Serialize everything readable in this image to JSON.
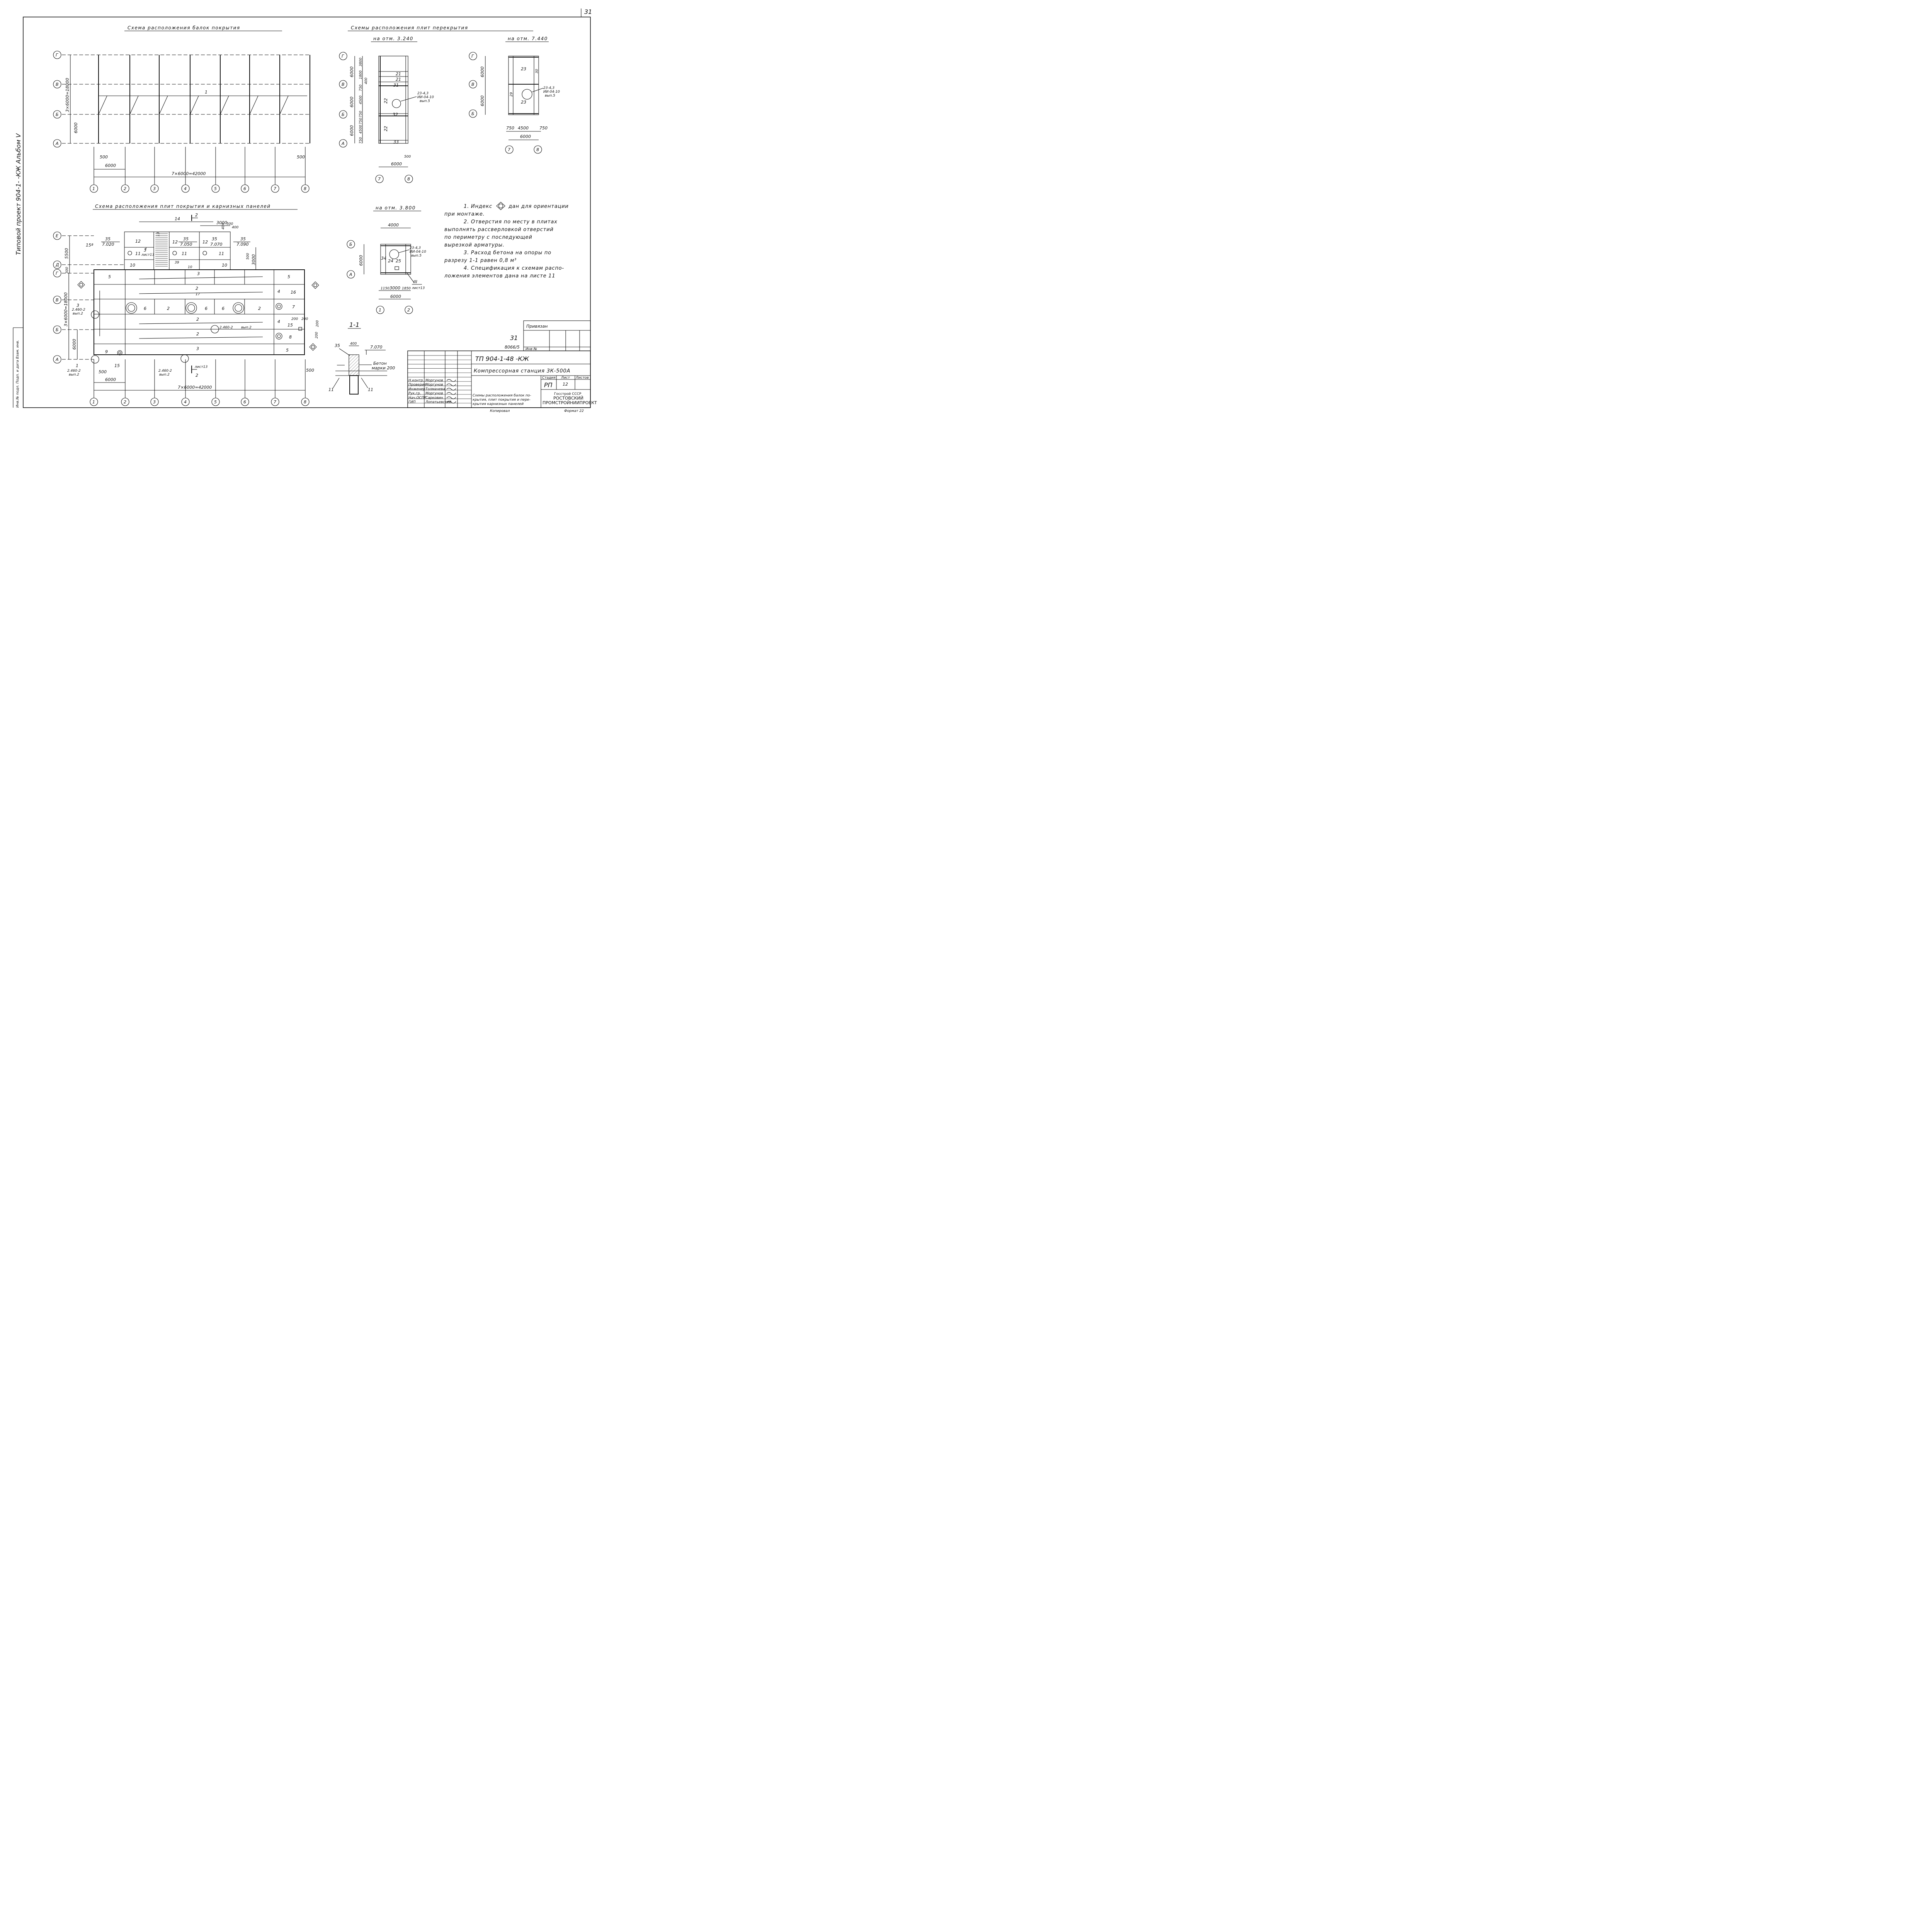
{
  "page_number": "31",
  "side_stamp": "Типовой проект 904-1- -КЖ Альбом V",
  "side_fields": "Инв.№ подл. Подп. и дата Взам. инв.",
  "schemes": {
    "beams": {
      "title": "Схема расположения балок покрытия",
      "mark": "1",
      "dims": [
        "3×6000=18000",
        "6000",
        "500",
        "6000",
        "7×6000=42000",
        "500"
      ]
    },
    "slabs": {
      "title": "Схемы расположения плит перекрытия",
      "sub1": "на отм. 3.240",
      "sub2": "на отм. 7.440",
      "sub3": "на отм. 3.800",
      "dims1": [
        "3800",
        "6000",
        "1800",
        "400",
        "750",
        "6000",
        "4500",
        "750",
        "750",
        "6000",
        "4500",
        "750",
        "500",
        "6000"
      ],
      "marks1": [
        "21",
        "21",
        "31",
        "22",
        "32",
        "22",
        "33"
      ],
      "callout": [
        "23-4,3",
        "ИИ-04-10",
        "вып.5"
      ],
      "dims2": [
        "6000",
        "30",
        "6000",
        "750",
        "4500",
        "750",
        "6000"
      ],
      "marks2": [
        "23",
        "29",
        "23"
      ],
      "dims3": [
        "4000",
        "6000",
        "1150",
        "3000",
        "1850",
        "6000"
      ],
      "marks3": [
        "34",
        "24",
        "25"
      ],
      "ref3": [
        "III",
        "лист13"
      ]
    },
    "roof": {
      "title": "Схема расположения плит покрытия и карнизных панелей",
      "dims": [
        "5500",
        "300",
        "3×6000=18000",
        "6000",
        "3000",
        "400",
        "500",
        "400",
        "500",
        "3000",
        "200",
        "200",
        "200",
        "200",
        "500",
        "6000",
        "7×6000=42000",
        "500"
      ],
      "levels": [
        "35",
        "7.020",
        "35",
        "7.050",
        "35",
        "7.070",
        "35",
        "7.090"
      ],
      "marks": [
        "14",
        "2",
        "13",
        "15ª",
        "12",
        "3",
        "лист13",
        "11",
        "12",
        "11",
        "12",
        "11",
        "10",
        "39",
        "10",
        "10",
        "5",
        "3",
        "5",
        "2",
        "17",
        "4",
        "16",
        "6",
        "2",
        "6",
        "6",
        "2",
        "7",
        "2",
        "4",
        "15",
        "2",
        "8",
        "3",
        "9",
        "15",
        "3",
        "5",
        "2.460-2",
        "вып.2",
        "2.460-2",
        "вып.2",
        "2.460-2",
        "вып.2",
        "1",
        "2.460-2",
        "вып.2",
        "лист13",
        "2",
        "3"
      ]
    }
  },
  "axes_letters": [
    "Е",
    "Д",
    "Г",
    "В",
    "Б",
    "А"
  ],
  "axes_numbers": [
    "1",
    "2",
    "3",
    "4",
    "5",
    "6",
    "7",
    "8"
  ],
  "section": {
    "title": "1-1",
    "mark_top": "35",
    "dim": "400",
    "level": "7.070",
    "note": [
      "Бетон",
      "марки 200"
    ],
    "mark_l": "11",
    "mark_r": "11"
  },
  "notes": [
    "1. Индекс",
    "дан для ориентации",
    "при монтаже.",
    "2. Отверстия по месту в плитах",
    "выполнять рассверловкой отверстий",
    "по периметру с последующей",
    "вырезкой арматуры.",
    "3. Расход бетона на опоры по",
    "разрезу 1-1 равен 0,8 м³",
    "4. Спецификация к схемам распо-",
    "ложения элементов дана на листе 11"
  ],
  "bound": {
    "label": "Привязан",
    "n1": "31",
    "n2": "8066/5",
    "inv": "Инв №"
  },
  "title_block": {
    "code": "ТП 904-1-48 -КЖ",
    "project": "Компрессорная станция 3К-500А",
    "col_stage": "Стадия",
    "col_sheet": "Лист",
    "col_sheets": "Листов",
    "stage": "РП",
    "sheet": "12",
    "sheet_title": [
      "Схемы расположения балок по-",
      "крытия, плит покрытия и пере-",
      "крытия карнизных панелей"
    ],
    "org": [
      "Госстрой СССР",
      "РОСТОВСКИЙ",
      "ПРОМСТРОЙНИИПРОЕКТ"
    ],
    "staff": [
      {
        "role": "Н.контр.",
        "name": "Моргунов"
      },
      {
        "role": "Проверил",
        "name": "Моргунов"
      },
      {
        "role": "Инженер",
        "name": "Толмачева"
      },
      {
        "role": "Рук.гр.",
        "name": "Моргунов"
      },
      {
        "role": "Нач.ОСПР",
        "name": "Сарковин"
      },
      {
        "role": "ГИП",
        "name": "Лопатьевский"
      }
    ],
    "copied": "Копировал",
    "format": "Формат 22"
  }
}
